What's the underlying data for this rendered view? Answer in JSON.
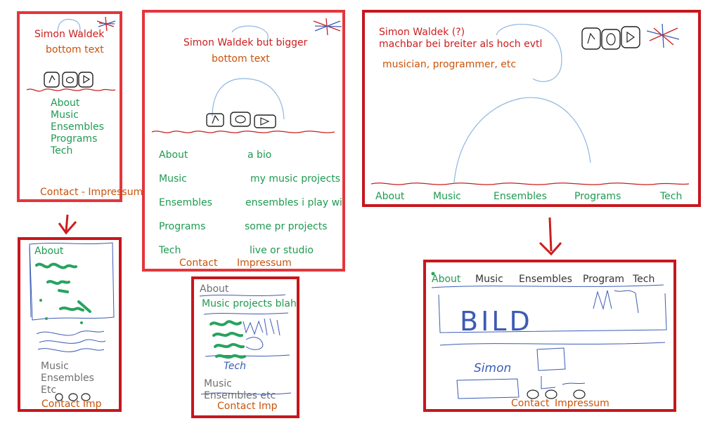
{
  "colors": {
    "frame_light": "#e3363c",
    "frame_dark": "#c7161d",
    "title_red": "#cc1d1d",
    "subtitle_orange": "#c9530b",
    "nav_green": "#1f9a52",
    "muted_gray": "#6f6f6f",
    "sketch_blue": "#8fb6e2",
    "scribble_green": "#27a35f",
    "ink_black": "#222222"
  },
  "sketch_narrow": {
    "title": "Simon Waldek",
    "subtitle": "bottom text",
    "nav": [
      "About",
      "Music",
      "Ensembles",
      "Programs",
      "Tech"
    ],
    "footer": "Contact - Impressum",
    "icons": [
      "sheet-music-icon",
      "cd-icon",
      "play-icon"
    ]
  },
  "sketch_medium": {
    "title": "Simon Waldek but bigger",
    "subtitle": "bottom text",
    "nav": [
      {
        "label": "About",
        "desc": "a bio"
      },
      {
        "label": "Music",
        "desc": "my music projects"
      },
      {
        "label": "Ensembles",
        "desc": "ensembles i play with"
      },
      {
        "label": "Programs",
        "desc": "some pr projects"
      },
      {
        "label": "Tech",
        "desc": "live or studio"
      }
    ],
    "footer": {
      "contact": "Contact",
      "impressum": "Impressum"
    }
  },
  "sketch_wide": {
    "title": "Simon Waldek (?)",
    "note": "machbar bei breiter als hoch evtl",
    "subtitle": "musician, programmer, etc",
    "nav": [
      "About",
      "Music",
      "Ensembles",
      "Programs",
      "Tech"
    ]
  },
  "sketch_narrow_page": {
    "active": "About",
    "nav_rest": [
      "Music",
      "Ensembles",
      "Etc"
    ],
    "footer": "Contact Imp"
  },
  "sketch_medium_page": {
    "crumb": "About",
    "heading": "Music projects blah",
    "handwritten": "Tech",
    "nav_rest": [
      "Music",
      "Ensembles etc"
    ],
    "footer": "Contact Imp"
  },
  "sketch_wide_page": {
    "nav": [
      "About",
      "Music",
      "Ensembles",
      "Program",
      "Tech"
    ],
    "handwritten_pic": "BILD",
    "handwritten_name": "Simon",
    "footer": {
      "contact": "Contact",
      "impressum": "Impressum"
    }
  }
}
